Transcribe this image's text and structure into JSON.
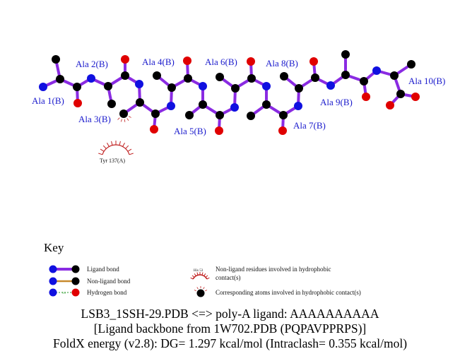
{
  "colors": {
    "ligand_bond": "#8a2be2",
    "non_ligand_bond": "#c88a2e",
    "nitrogen": "#1010e0",
    "oxygen": "#e00000",
    "carbon": "#000000",
    "label": "#1a1acc",
    "hydrophobic": "#c02020"
  },
  "residue_labels": [
    "Ala 1(B)",
    "Ala 2(B)",
    "Ala 3(B)",
    "Ala 4(B)",
    "Ala 5(B)",
    "Ala 6(B)",
    "Ala 7(B)",
    "Ala 8(B)",
    "Ala 9(B)",
    "Ala 10(B)"
  ],
  "hydrophobic_residue": "Tyr 137(A)",
  "key": {
    "title": "Key",
    "ligand_bond": "Ligand bond",
    "non_ligand_bond": "Non-ligand bond",
    "hydrogen_bond": "Hydrogen bond",
    "hbond_distance": "3.0",
    "example_residue": "His 53",
    "non_ligand_residues_line1": "Non-ligand residues involved in hydrophobic",
    "non_ligand_residues_line2": "contact(s)",
    "corresponding_atoms": "Corresponding atoms involved in hydrophobic contact(s)"
  },
  "caption": {
    "line1": "LSB3_1SSH-29.PDB <=> poly-A ligand: AAAAAAAAAA",
    "line2": "[Ligand backbone from 1W702.PDB (PQPAVPPRPS)]",
    "line3": "FoldX energy (v2.8): DG= 1.297 kcal/mol (Intraclash= 0.355 kcal/mol)"
  }
}
